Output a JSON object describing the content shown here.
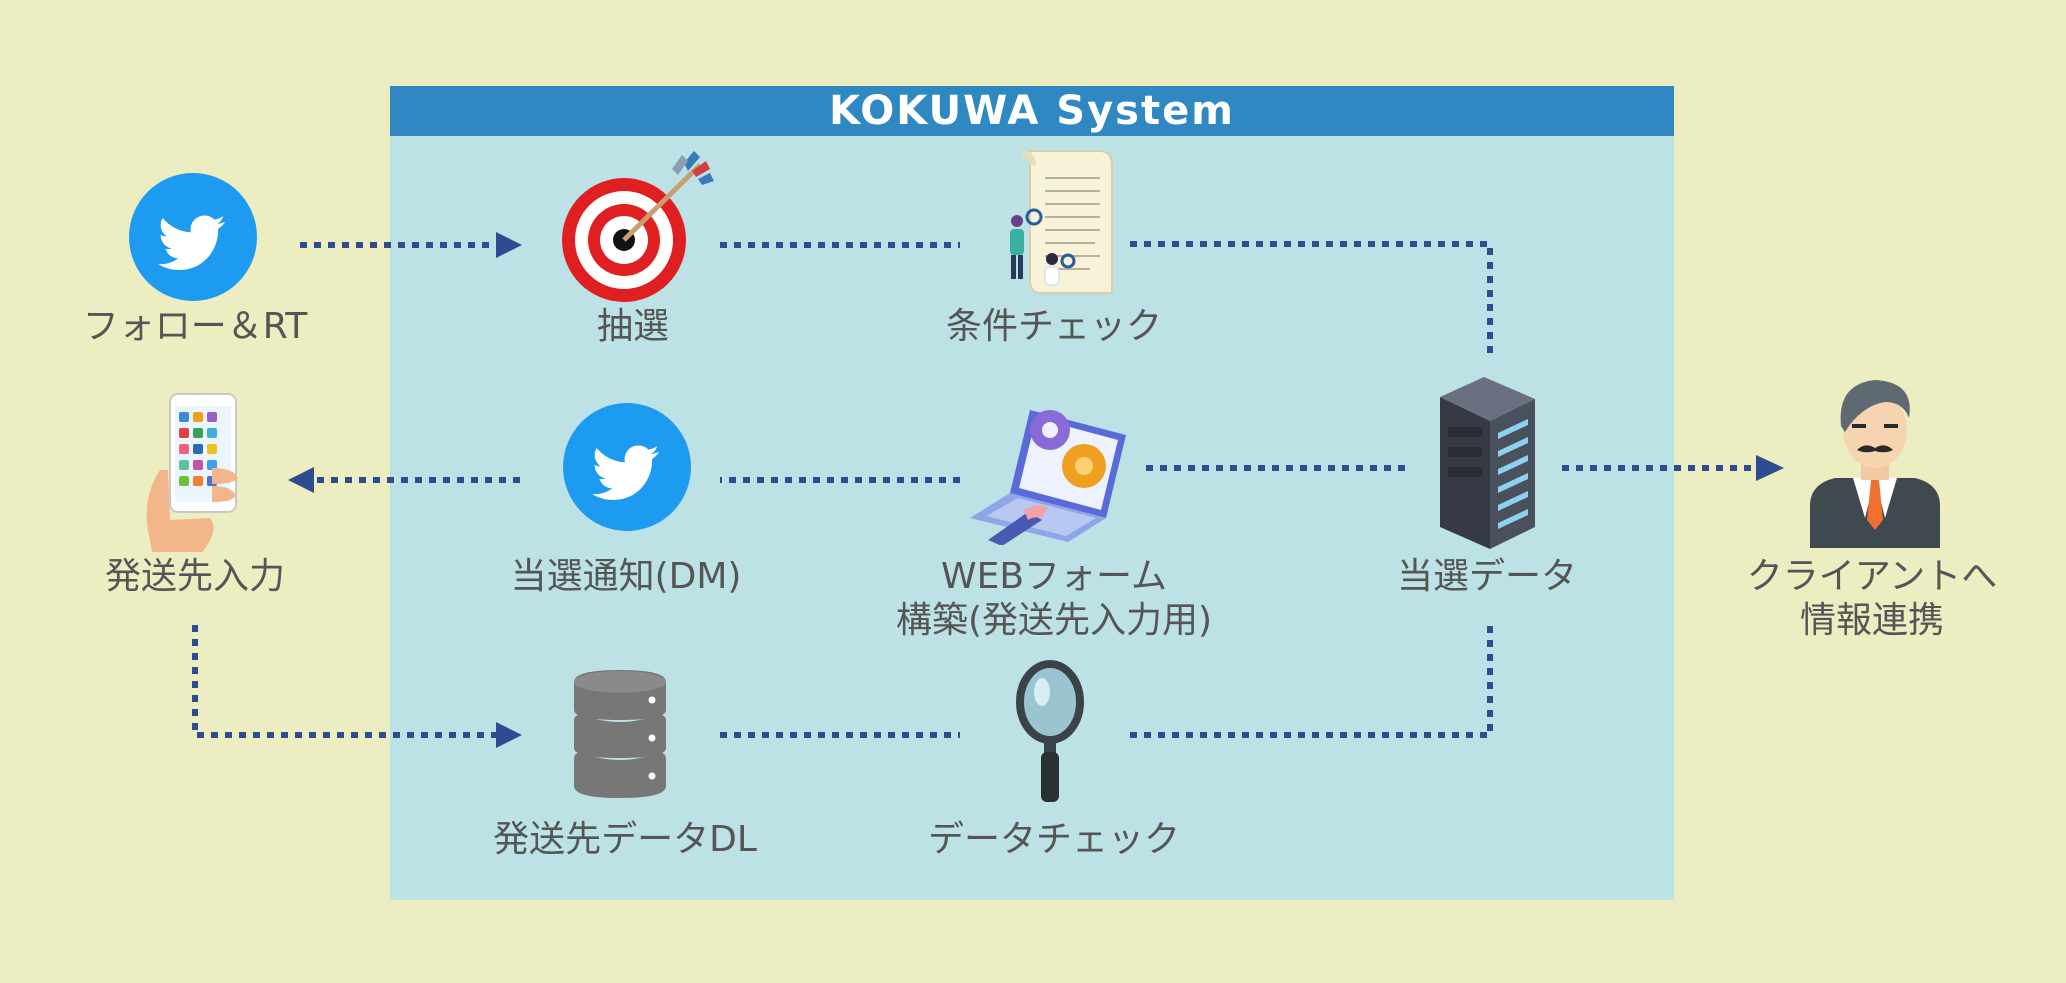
{
  "system_title": "KOKUWA System",
  "nodes": {
    "follow_rt": "フォロー＆RT",
    "lottery": "抽選",
    "condition_check": "条件チェック",
    "shipping_input": "発送先入力",
    "win_notice": "当選通知(DM)",
    "web_form_line1": "WEBフォーム",
    "web_form_line2": "構築(発送先入力用)",
    "win_data": "当選データ",
    "client_line1": "クライアントへ",
    "client_line2": "情報連携",
    "shipping_dl": "発送先データDL",
    "data_check": "データチェック"
  },
  "icons": [
    "twitter-bird-icon",
    "target-arrow-icon",
    "document-search-icon",
    "smartphone-hand-icon",
    "laptop-gears-icon",
    "server-rack-icon",
    "businessman-icon",
    "database-icon",
    "magnifier-icon"
  ],
  "colors": {
    "background": "#ededc2",
    "system_box": "#bce2e5",
    "system_header": "#2f88c2",
    "connector": "#2e4c8f",
    "twitter_blue": "#1d9bf0",
    "target_red": "#e02020"
  }
}
